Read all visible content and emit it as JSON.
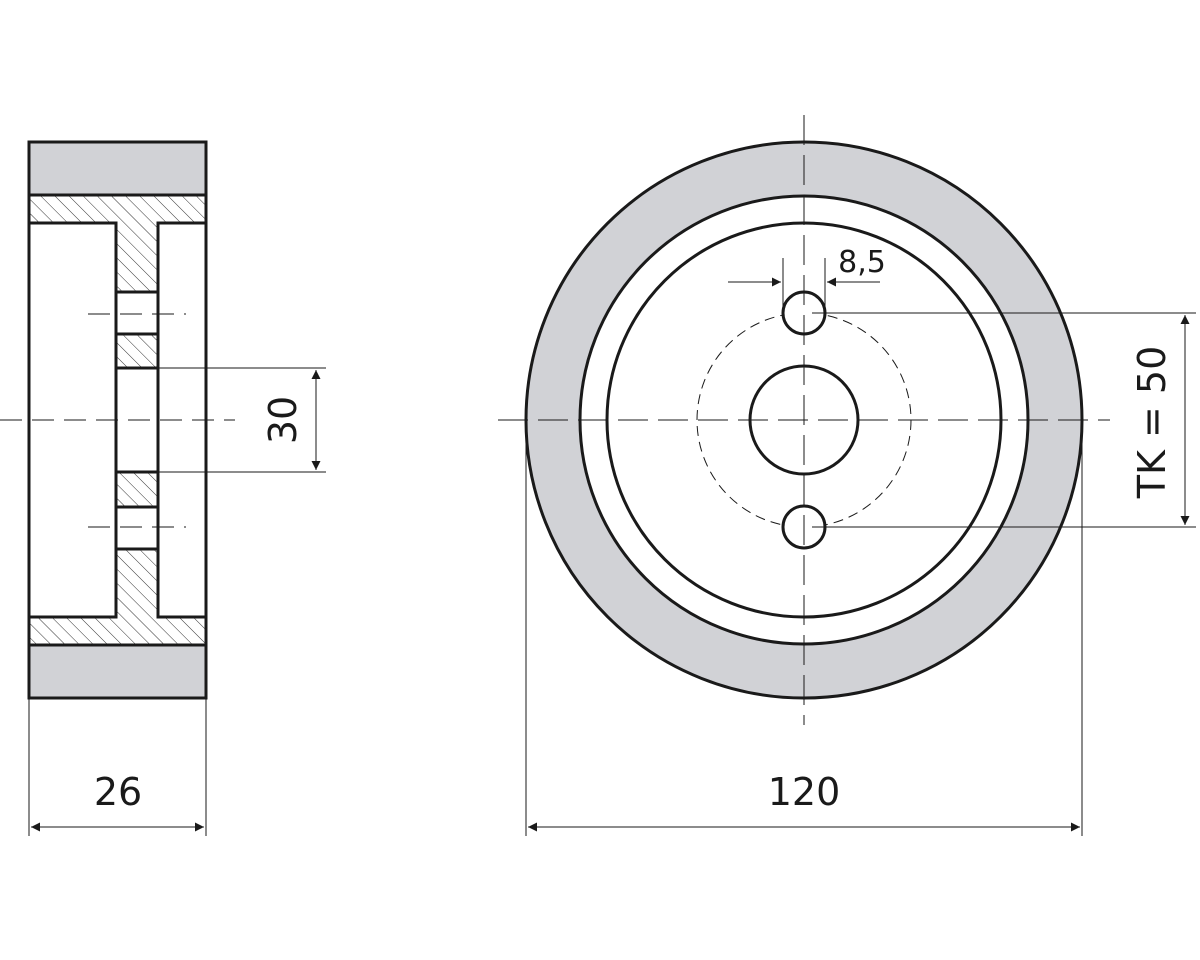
{
  "colors": {
    "line": "#1a1a1a",
    "tire_fill": "#d1d2d6",
    "background": "#ffffff"
  },
  "side_view": {
    "dim_width": "26",
    "dim_hole_spacing": "30"
  },
  "front_view": {
    "dim_outer_diameter": "120",
    "dim_bolt_circle": "TK = 50",
    "dim_hole_diameter": "8,5"
  }
}
